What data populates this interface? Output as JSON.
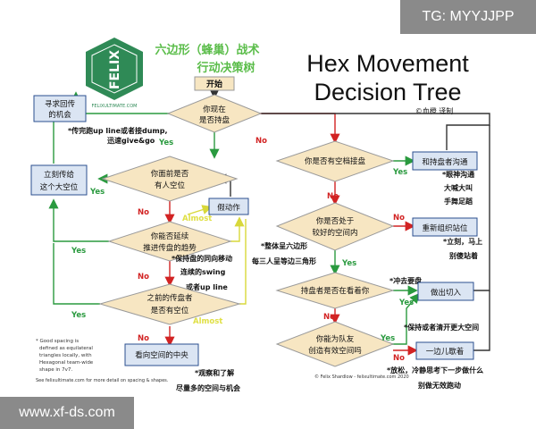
{
  "watermark_top": "TG: MYYJJPP",
  "watermark_bottom": "www.xf-ds.com",
  "logo": {
    "text": "FELIX",
    "subtext": "FELIXULTIMATE.COM"
  },
  "title": {
    "cn_line1": "六边形（蜂巢）战术",
    "cn_line2": "行动决策树",
    "en_line1": "Hex Movement",
    "en_line2": "Decision Tree",
    "translator": "©血橙 译制"
  },
  "nodes": {
    "start": "开始",
    "q_in_possession": [
      "你现在",
      "是否持盘"
    ],
    "seek_pass": [
      "寻求回传",
      "的机会"
    ],
    "q_space_ahead": [
      "你面前是否",
      "有人空位"
    ],
    "pass_immediately": [
      "立刻传给",
      "这个大空位"
    ],
    "fake_action": "假动作",
    "q_delay": [
      "你能否延续",
      "推进传盘的趋势"
    ],
    "q_passer_open": [
      "之前的传盘者",
      "是否有空位"
    ],
    "look_to_space": "看向空间的中央",
    "q_open_teammate": "你是否有空档接盘",
    "communicate": "和持盘者沟通",
    "reposition": "重新组织站位",
    "q_good_space": [
      "你是否处于",
      "较好的空间内"
    ],
    "q_holder_looking": "持盘者是否在看着你",
    "make_cut": "做出切入",
    "q_create_space": [
      "你能为队友",
      "创造有效空间吗"
    ],
    "stand_aside": "一边儿歇着"
  },
  "labels": {
    "yes": "Yes",
    "no": "No",
    "almost": "Almost"
  },
  "annotations": {
    "dump_note": [
      "*传完跑up line或者接dump,",
      "迅速give&go"
    ],
    "swing_note": [
      "*保持盘的同向移动",
      "连续的swing",
      "或者up line"
    ],
    "observe_note": [
      "*观察和了解",
      "尽量多的空间与机会"
    ],
    "hex_note": [
      "*整体呈六边形",
      "每三人呈等边三角形"
    ],
    "eye_note": [
      "*眼神沟通",
      "大喊大叫",
      "手舞足蹈"
    ],
    "stand_note": [
      "*立刻，马上",
      "别傻站着"
    ],
    "cut_note": "*冲去要盘",
    "space_note": "*保持或者清开更大空间",
    "relax_note": [
      "*放松，冷静思考下一步做什么",
      "别做无效跑动"
    ],
    "good_spacing_note": [
      "* Good spacing is",
      "defined as equilateral",
      "triangles locally, with",
      "Hexagonal team-wide",
      "shape in 7v7."
    ],
    "see_more": "See felixultimate.com for more detail on spacing & shapes.",
    "credit": "© Felix Shardlow - felixultimate.com 2020"
  },
  "colors": {
    "node_fill": "#f7e6c2",
    "node_border": "#9a9a9a",
    "diamond_fill": "#f7e6c2",
    "box_fill": "#dbe5f3",
    "box_border": "#2b4f8f",
    "yes_green": "#2a9a3f",
    "no_red": "#d22323",
    "almost_yellow": "#e0e046",
    "title_green": "#5bbd4a",
    "logo_green": "#2f8a56",
    "watermark": "#8a8a8a"
  }
}
